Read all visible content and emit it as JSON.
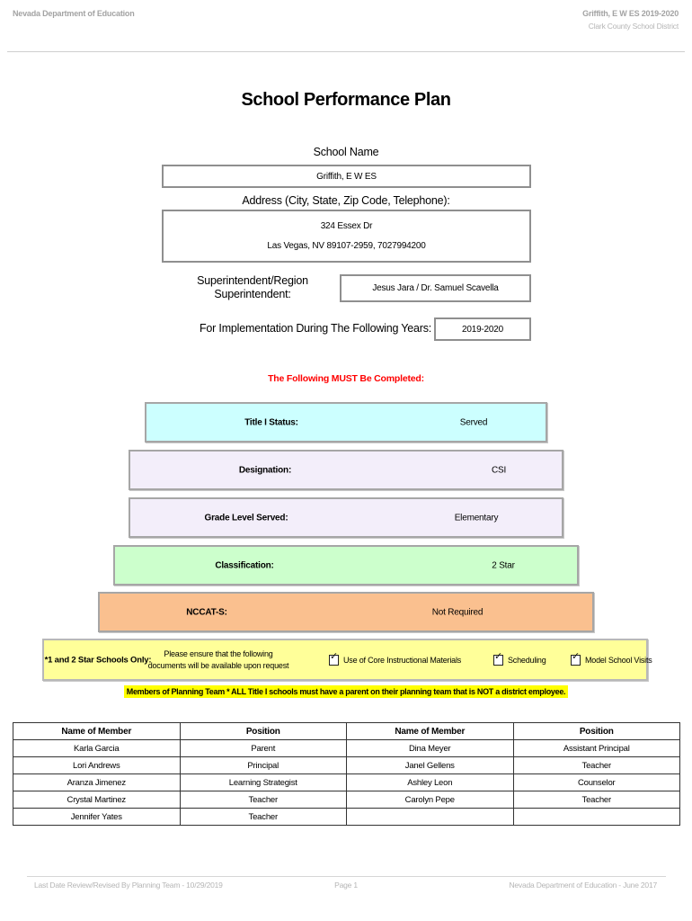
{
  "header": {
    "left": "Nevada Department of Education",
    "right_line1": "Griffith, E W ES  2019-2020",
    "right_line2": "Clark County School District"
  },
  "title": "School Performance Plan",
  "form": {
    "school_name_label": "School Name",
    "school_name_value": "Griffith, E W ES",
    "address_label": "Address (City, State, Zip Code, Telephone):",
    "address_line1": "324 Essex Dr",
    "address_line2": "Las Vegas, NV  89107-2959, 7027994200",
    "superintendent_label_line1": "Superintendent/Region",
    "superintendent_label_line2": "Superintendent:",
    "superintendent_value": "Jesus Jara / Dr. Samuel Scavella",
    "implementation_label": "For Implementation During The Following Years:",
    "implementation_value": "2019-2020"
  },
  "must_complete_notice": {
    "text": "The Following MUST Be Completed:",
    "color": "#ff0000"
  },
  "status_bars": [
    {
      "label": "Title I Status:",
      "value": "Served",
      "color": "#ccffff"
    },
    {
      "label": "Designation:",
      "value": "CSI",
      "color": "#f3eefa"
    },
    {
      "label": "Grade Level Served:",
      "value": "Elementary",
      "color": "#f3eefa"
    },
    {
      "label": "Classification:",
      "value": "2 Star",
      "color": "#ccffcc"
    },
    {
      "label": "NCCAT-S:",
      "value": "Not Required",
      "color": "#fac08f"
    }
  ],
  "star_schools": {
    "box_color": "#ffff99",
    "label": "*1 and 2 Star Schools Only:",
    "note_line1": "Please ensure that the following",
    "note_line2": "documents will be available upon request",
    "checkboxes": [
      {
        "label": "Use of Core Instructional Materials",
        "checked": true
      },
      {
        "label": "Scheduling",
        "checked": true
      },
      {
        "label": "Model School Visits",
        "checked": true
      }
    ]
  },
  "planning_team_notice": {
    "text": "Members of Planning Team * ALL Title I schools must have a parent on their planning team that is NOT a district employee.",
    "highlight_color": "#ffff00"
  },
  "members_table": {
    "headers": [
      "Name of Member",
      "Position",
      "Name of Member",
      "Position"
    ],
    "rows": [
      [
        "Karla Garcia",
        "Parent",
        "Dina Meyer",
        "Assistant Principal"
      ],
      [
        "Lori Andrews",
        "Principal",
        "Janel Gellens",
        "Teacher"
      ],
      [
        "Aranza Jimenez",
        "Learning Strategist",
        "Ashley Leon",
        "Counselor"
      ],
      [
        "Crystal Martinez",
        "Teacher",
        "Carolyn Pepe",
        "Teacher"
      ],
      [
        "Jennifer Yates",
        "Teacher",
        "",
        ""
      ]
    ]
  },
  "footer": {
    "left": "Last Date Review/Revised By Planning Team - 10/29/2019",
    "center": "Page 1",
    "right": "Nevada Department of Education - June 2017"
  }
}
